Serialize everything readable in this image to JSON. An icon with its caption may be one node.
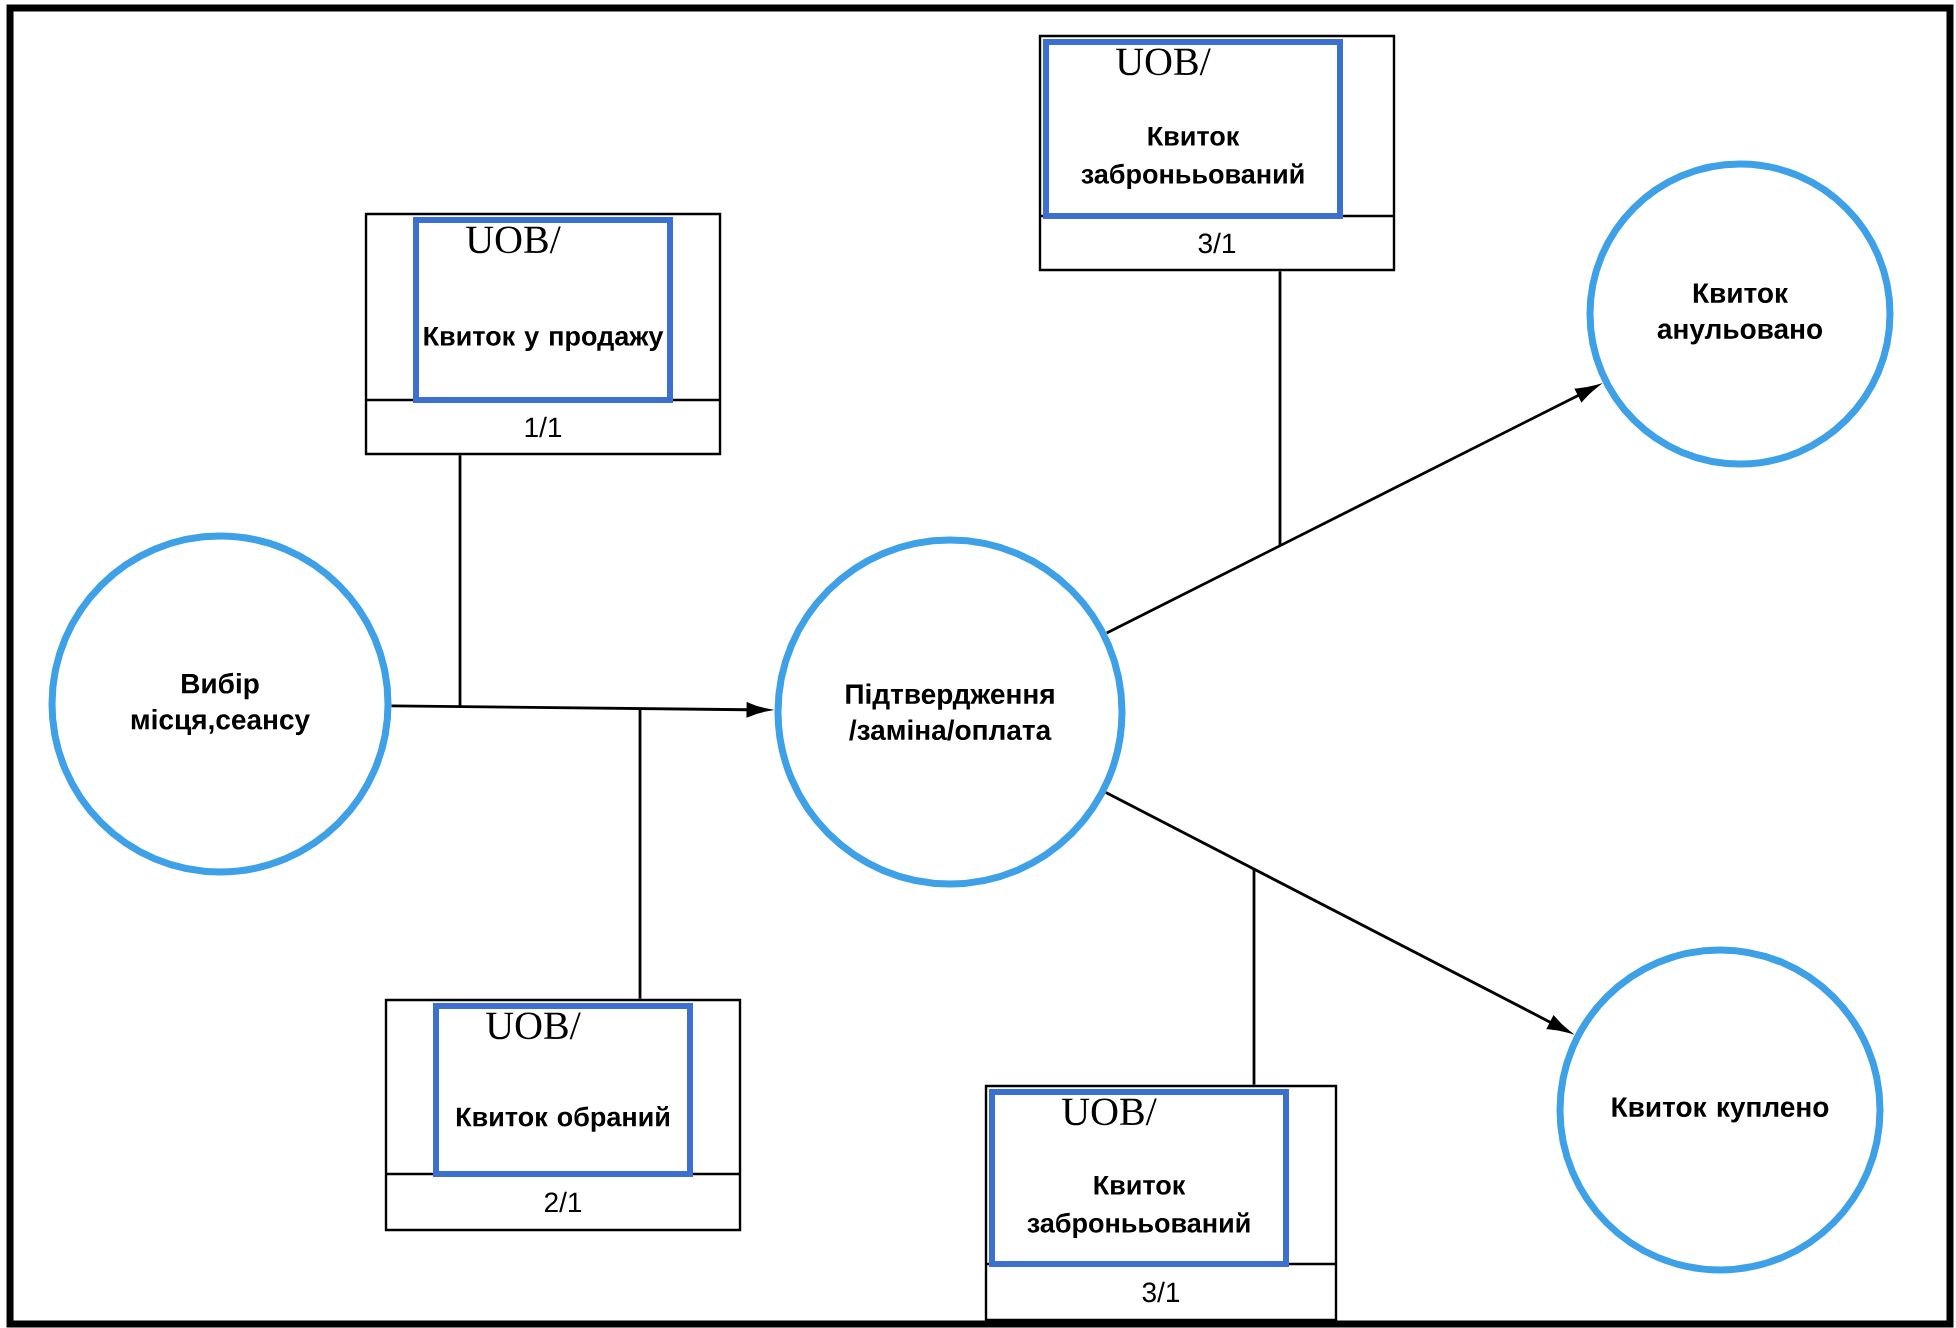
{
  "diagram": {
    "nodes": [
      {
        "text": [
          "Вибір місця,сеансу"
        ]
      },
      {
        "text": [
          "UOB/",
          "Квиток у продажу",
          "1/1"
        ]
      },
      {
        "text": [
          "UOB/",
          "Квиток обраний",
          "2/1"
        ]
      },
      {
        "text": [
          "Підтвердження /заміна/оплата"
        ]
      },
      {
        "text": [
          "UOB/",
          "Квиток забронььований",
          "3/1"
        ]
      },
      {
        "text": [
          "UOB/",
          "Квиток забронььований",
          "3/1"
        ]
      },
      {
        "text": [
          "Квиток анульовано"
        ]
      },
      {
        "text": [
          "Квиток куплено"
        ]
      }
    ],
    "edges": [
      {
        "from": 0,
        "to": 3,
        "arrow": "to"
      },
      {
        "from": 1,
        "to": null,
        "arrow": "none"
      },
      {
        "from": 2,
        "to": null,
        "arrow": "none"
      },
      {
        "from": 3,
        "to": 6,
        "arrow": "to"
      },
      {
        "from": 4,
        "to": null,
        "arrow": "none"
      },
      {
        "from": 3,
        "to": 7,
        "arrow": "to"
      },
      {
        "from": 5,
        "to": null,
        "arrow": "none"
      }
    ]
  }
}
